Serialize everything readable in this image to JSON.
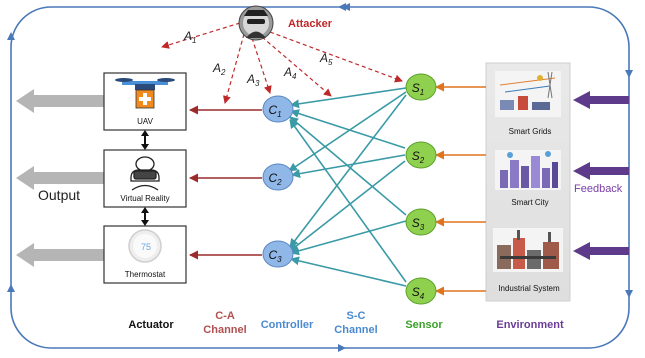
{
  "attacker": {
    "label": "Attacker"
  },
  "attack_labels": {
    "a1": "1",
    "a2": "2",
    "a3": "3",
    "a4": "4",
    "a5": "5",
    "letter": "A"
  },
  "actuators": {
    "uav": "UAV",
    "vr": "Virtual Reality",
    "thermostat": "Thermostat",
    "thermostat_reading": "75"
  },
  "controllers": {
    "letter": "C",
    "c1": "1",
    "c2": "2",
    "c3": "3"
  },
  "sensors": {
    "letter": "S",
    "s1": "1",
    "s2": "2",
    "s3": "3",
    "s4": "4"
  },
  "environment": {
    "smart_grids": "Smart Grids",
    "smart_city": "Smart City",
    "industrial": "Industrial System"
  },
  "output_label": "Output",
  "feedback_label": "Feedback",
  "bottom_labels": {
    "actuator": "Actuator",
    "ca_line1": "C-A",
    "ca_line2": "Channel",
    "controller": "Controller",
    "sc_line1": "S-C",
    "sc_line2": "Channel",
    "sensor": "Sensor",
    "environment": "Environment"
  },
  "colors": {
    "loop": "#4a78b8",
    "attack": "#c0282a",
    "controller_fill": "#8fb7e8",
    "sensor_fill": "#8fd14f",
    "sc_channel": "#3a9aa6",
    "ca_channel": "#9b2b2b",
    "sensor_arrow": "#e0731f",
    "feedback": "#5e3a8a",
    "output": "#b5b5b5",
    "ca_text": "#b05050",
    "controller_text": "#4a8ad0",
    "sc_text": "#4a8ad0",
    "sensor_text": "#3aa02a",
    "environment_text": "#6a3c98",
    "feedback_text": "#7a3ea8"
  }
}
